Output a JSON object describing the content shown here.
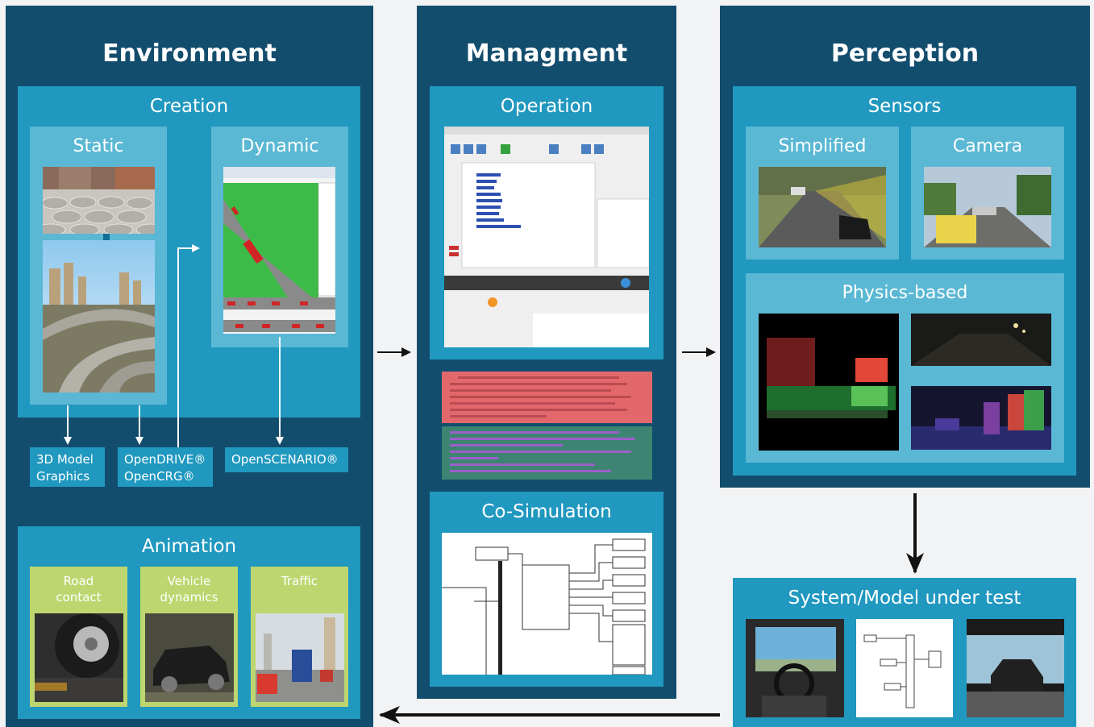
{
  "environment": {
    "title": "Environment",
    "creation": {
      "title": "Creation",
      "static": {
        "title": "Static"
      },
      "dynamic": {
        "title": "Dynamic"
      }
    },
    "outputs": {
      "model_graphics_l1": "3D Model",
      "model_graphics_l2": "Graphics",
      "opendrive": "OpenDRIVE®",
      "opencrg": "OpenCRG®",
      "openscenario": "OpenSCENARIO®"
    },
    "animation": {
      "title": "Animation",
      "road_contact_l1": "Road",
      "road_contact_l2": "contact",
      "vehicle_dynamics_l1": "Vehicle",
      "vehicle_dynamics_l2": "dynamics",
      "traffic": "Traffic"
    }
  },
  "management": {
    "title": "Managment",
    "operation": {
      "title": "Operation"
    },
    "cosim": {
      "title": "Co-Simulation"
    }
  },
  "perception": {
    "title": "Perception",
    "sensors": {
      "title": "Sensors",
      "simplified": "Simplified",
      "camera": "Camera",
      "physics": "Physics-based"
    }
  },
  "sut": {
    "title": "System/Model under test"
  },
  "colors": {
    "dark_panel": "#134d6d",
    "mid_panel": "#2098bf",
    "light_panel": "#5ab8d4",
    "animation_tiles": "#bdd66f",
    "background": "#f2f3f5"
  }
}
